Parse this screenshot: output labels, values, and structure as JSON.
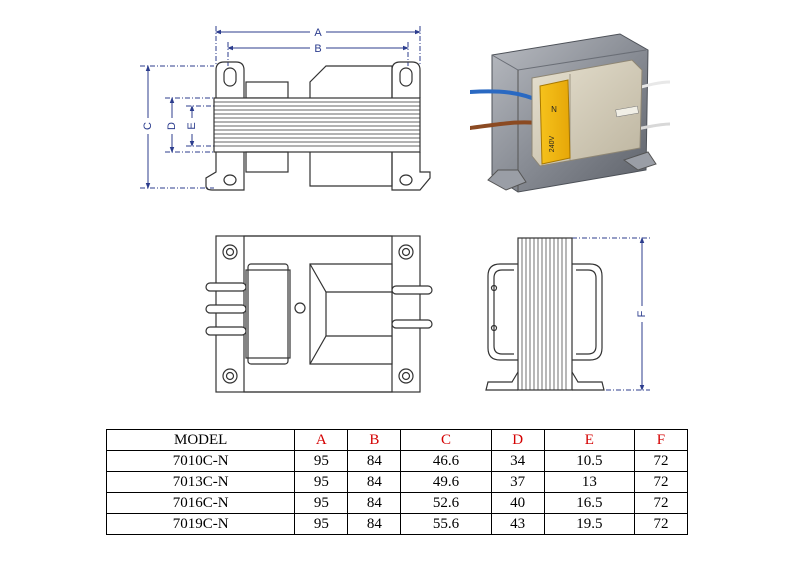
{
  "drawing_labels": {
    "a": "A",
    "b": "B",
    "c": "C",
    "d": "D",
    "e": "E",
    "f": "F"
  },
  "photo_labels": {
    "n": "N",
    "voltage": "240V"
  },
  "table": {
    "headers": [
      "MODEL",
      "A",
      "B",
      "C",
      "D",
      "E",
      "F"
    ],
    "rows": [
      [
        "7010C-N",
        "95",
        "84",
        "46.6",
        "34",
        "10.5",
        "72"
      ],
      [
        "7013C-N",
        "95",
        "84",
        "49.6",
        "37",
        "13",
        "72"
      ],
      [
        "7016C-N",
        "95",
        "84",
        "52.6",
        "40",
        "16.5",
        "72"
      ],
      [
        "7019C-N",
        "95",
        "84",
        "55.6",
        "43",
        "19.5",
        "72"
      ]
    ]
  },
  "colors": {
    "dimension_line": "#2c3d8e",
    "header_red": "#d40000"
  }
}
